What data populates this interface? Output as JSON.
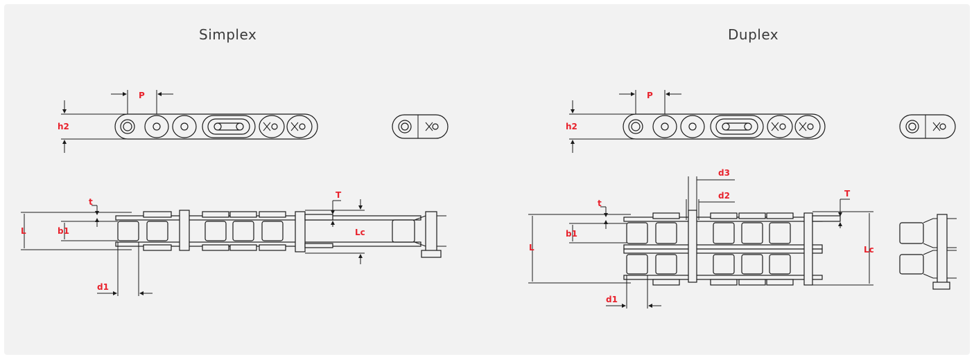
{
  "titles": {
    "simplex": "Simplex",
    "duplex": "Duplex"
  },
  "simplex_labels": {
    "P": "P",
    "h2": "h2",
    "L": "L",
    "t": "t",
    "b1": "b1",
    "T": "T",
    "Lc": "Lc",
    "d1": "d1"
  },
  "duplex_labels": {
    "P": "P",
    "h2": "h2",
    "L": "L",
    "t": "t",
    "b1": "b1",
    "T": "T",
    "Lc": "Lc",
    "d1": "d1",
    "d2": "d2",
    "d3": "d3"
  },
  "colors": {
    "label": "#e8222c",
    "line": "#1a1a1a",
    "panel": "#f2f2f2"
  }
}
